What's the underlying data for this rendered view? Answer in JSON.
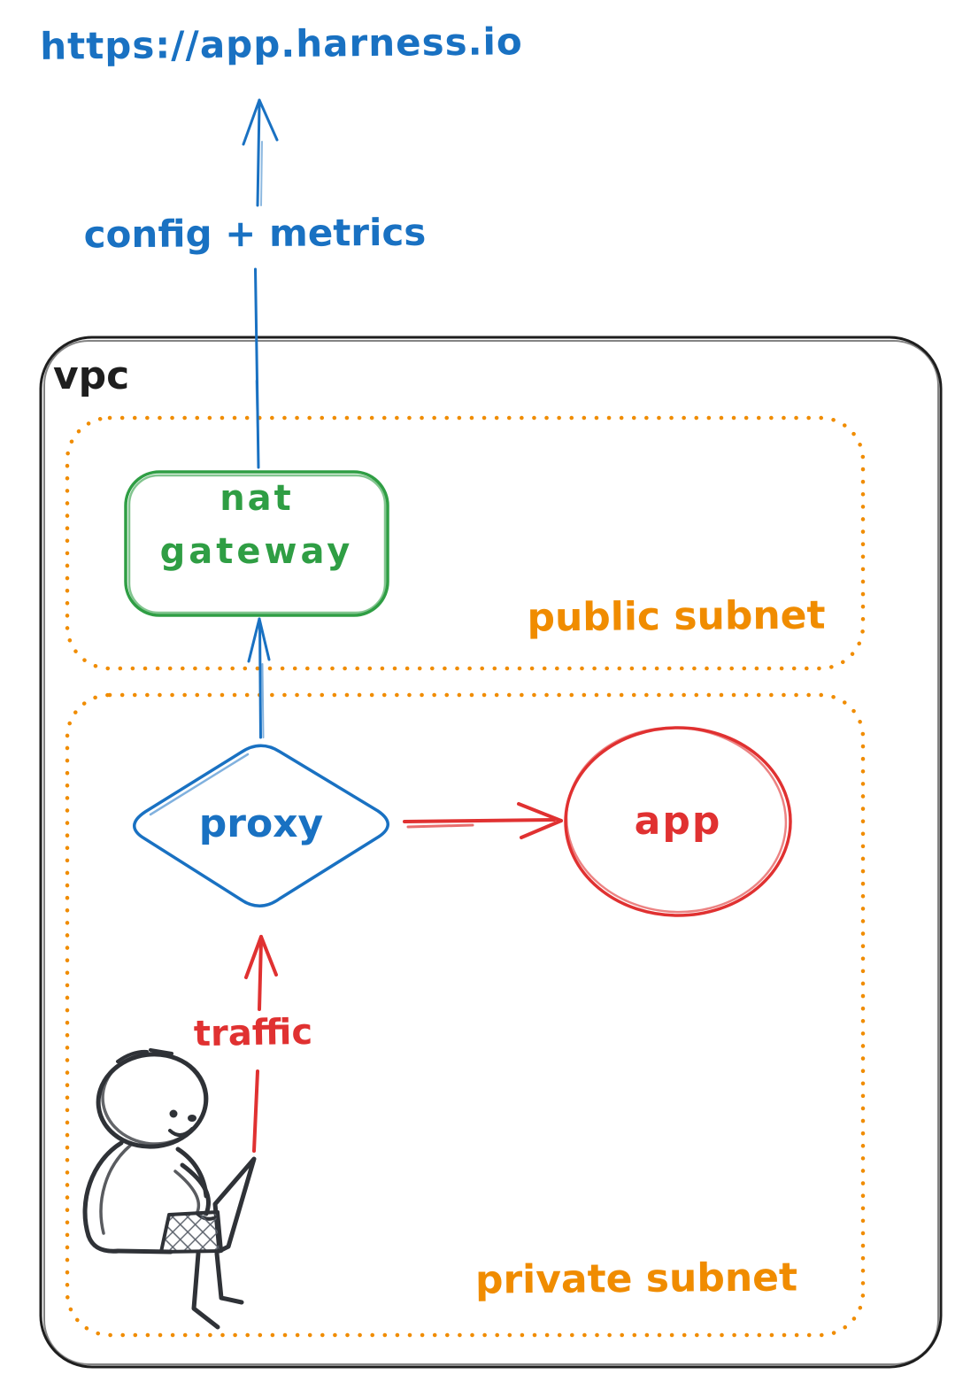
{
  "diagram_title": "vpc traffic flow sketch",
  "colors": {
    "blue": "#1971c2",
    "green": "#2f9e44",
    "orange": "#f08c00",
    "red": "#e03131",
    "ink": "#1e1e1e",
    "doodle_ink": "#2f3237"
  },
  "labels": {
    "url": "https://app.harness.io",
    "config_metrics": "config + metrics",
    "vpc": "vpc",
    "nat_line1": "nat",
    "nat_line2": "gateway",
    "public_subnet": "public subnet",
    "proxy": "proxy",
    "app": "app",
    "traffic": "traffic",
    "private_subnet": "private subnet"
  },
  "nodes": [
    {
      "id": "url-endpoint",
      "label": "https://app.harness.io",
      "shape": "text",
      "color": "#1971c2"
    },
    {
      "id": "vpc",
      "label": "vpc",
      "shape": "rounded-rect-solid",
      "color": "#1e1e1e",
      "contains": [
        "public-subnet",
        "private-subnet"
      ]
    },
    {
      "id": "public-subnet",
      "label": "public subnet",
      "shape": "rounded-rect-dotted",
      "color": "#f08c00",
      "contains": [
        "nat-gateway"
      ]
    },
    {
      "id": "private-subnet",
      "label": "private subnet",
      "shape": "rounded-rect-dotted",
      "color": "#f08c00",
      "contains": [
        "proxy",
        "app",
        "user"
      ]
    },
    {
      "id": "nat-gateway",
      "label": "nat gateway",
      "shape": "rounded-rect",
      "color": "#2f9e44"
    },
    {
      "id": "proxy",
      "label": "proxy",
      "shape": "diamond",
      "color": "#1971c2"
    },
    {
      "id": "app",
      "label": "app",
      "shape": "ellipse",
      "color": "#e03131"
    },
    {
      "id": "user",
      "label": "",
      "shape": "person-with-laptop-doodle",
      "color": "#2f3237"
    }
  ],
  "edges": [
    {
      "from": "user",
      "to": "proxy",
      "label": "traffic",
      "color": "#e03131",
      "direction": "up"
    },
    {
      "from": "proxy",
      "to": "app",
      "label": "",
      "color": "#e03131",
      "direction": "right"
    },
    {
      "from": "proxy",
      "to": "nat-gateway",
      "label": "",
      "color": "#1971c2",
      "direction": "up"
    },
    {
      "from": "nat-gateway",
      "to": "url-endpoint",
      "label": "config + metrics",
      "color": "#1971c2",
      "direction": "up"
    }
  ]
}
